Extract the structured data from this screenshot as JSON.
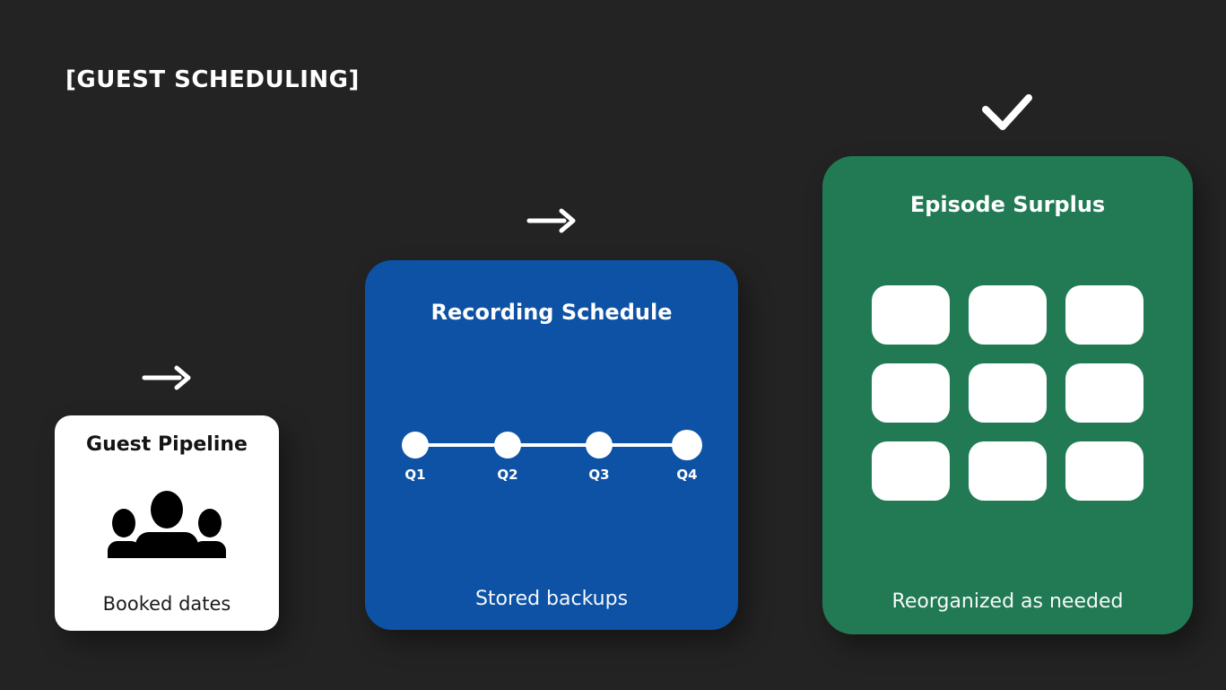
{
  "slide": {
    "title": "[GUEST SCHEDULING]"
  },
  "colors": {
    "background": "#232323",
    "card_white": "#ffffff",
    "card_blue": "#0e52a5",
    "card_green": "#217a54",
    "text_dark": "#141414",
    "text_light": "#ffffff"
  },
  "flow": {
    "step1": {
      "title": "Guest Pipeline",
      "caption": "Booked dates",
      "icon": "people-icon",
      "connector": "arrow-right-icon"
    },
    "step2": {
      "title": "Recording Schedule",
      "caption": "Stored backups",
      "connector": "arrow-right-icon",
      "timeline_labels": [
        "Q1",
        "Q2",
        "Q3",
        "Q4"
      ]
    },
    "step3": {
      "title": "Episode Surplus",
      "caption": "Reorganized as needed",
      "connector": "checkmark-icon",
      "grid": {
        "rows": 3,
        "columns": 3
      }
    }
  }
}
